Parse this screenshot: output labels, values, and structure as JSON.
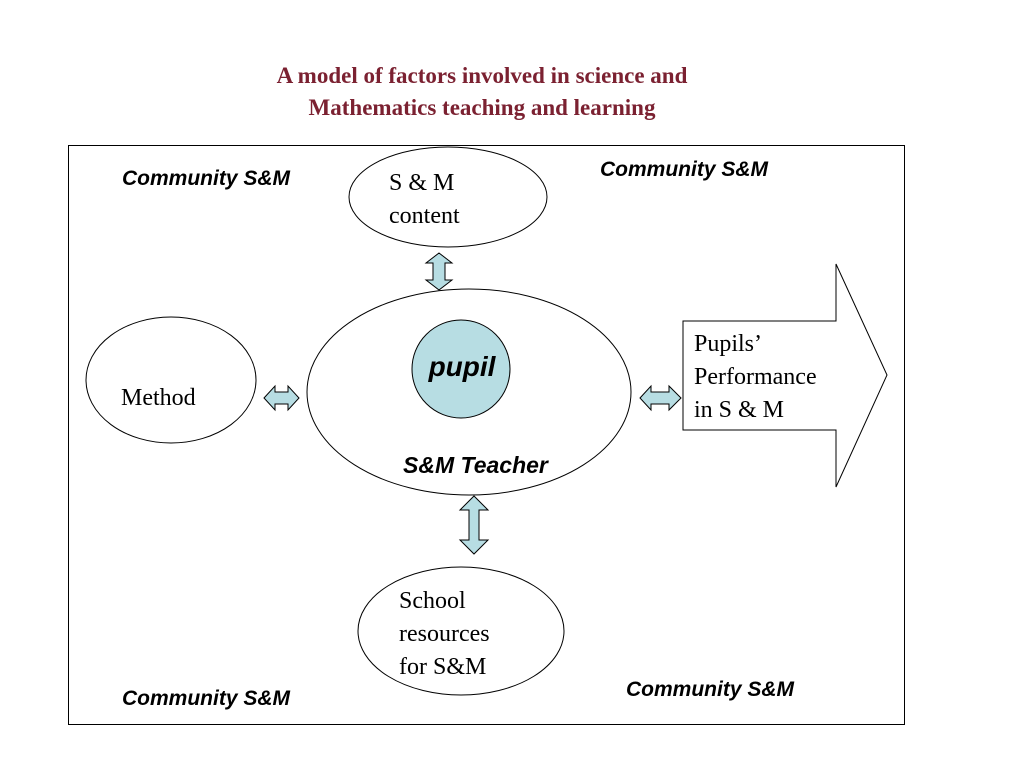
{
  "title": {
    "line1": "A model of factors involved in science and",
    "line2": "Mathematics teaching and learning"
  },
  "community_label": "Community S&M",
  "nodes": {
    "content": {
      "line1": "S & M",
      "line2": "content"
    },
    "method": {
      "label": "Method"
    },
    "pupil": {
      "label": "pupil"
    },
    "teacher": {
      "label": "S&M Teacher"
    },
    "resources": {
      "line1": "School",
      "line2": "resources",
      "line3": "for S&M"
    },
    "performance": {
      "line1": "Pupils’",
      "line2": "Performance",
      "line3": "in S & M"
    }
  },
  "colors": {
    "title": "#7b2131",
    "arrow_fill": "#b7dde3",
    "pupil_fill": "#b7dde3",
    "stroke": "#000000"
  }
}
